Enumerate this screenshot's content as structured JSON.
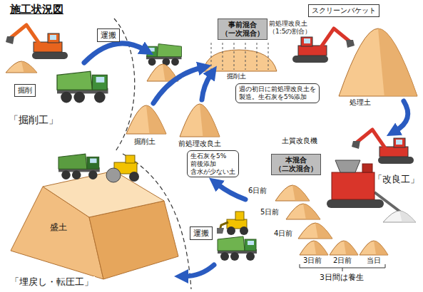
{
  "diagram": {
    "title": "施工状況図",
    "nodes": [
      {
        "text": [
          "運搬"
        ]
      },
      {
        "text": [
          "掘削"
        ]
      },
      {
        "text": [
          "事前混合 （一次混合）"
        ]
      },
      {
        "text": [
          "スクリーンバケット"
        ]
      },
      {
        "text": [
          "週の初日に前処理改良土を 製造。生石灰を5%添加"
        ]
      },
      {
        "text": [
          "生石灰を5%前後添加 含水が少ない土"
        ]
      },
      {
        "text": [
          "本混合 （二次混合）"
        ]
      },
      {
        "text": [
          "運搬"
        ]
      }
    ],
    "labels": [
      "「掘削工」",
      "前処理改良土 （1:5の割合）",
      "掘削土",
      "処理土",
      "掘削土",
      "前処理改良土",
      "土質改良機",
      "「改良工」",
      "6日前",
      "5日前",
      "4日前",
      "3日前",
      "2日前",
      "当日",
      "3日間は養生",
      "盛土",
      "「埋戻し・転圧工」"
    ]
  }
}
